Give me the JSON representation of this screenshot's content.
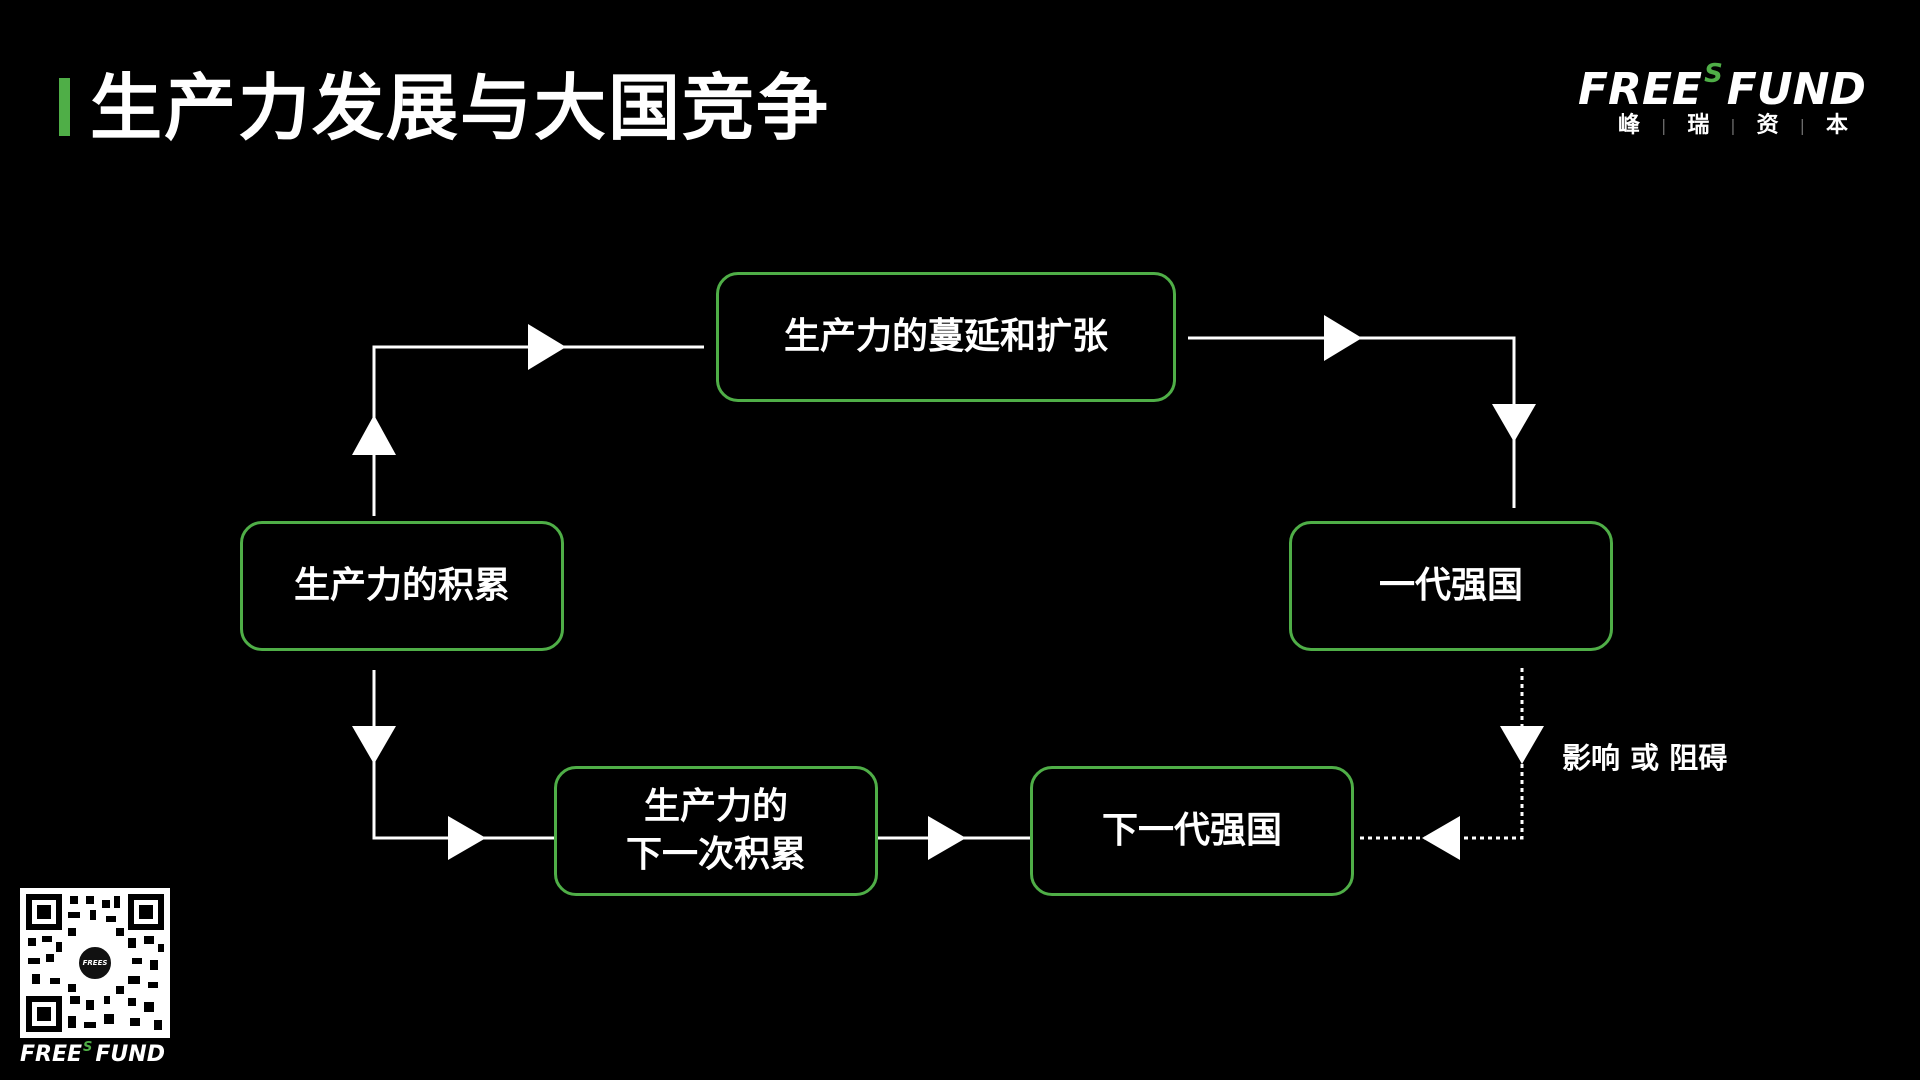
{
  "slide": {
    "title": "生产力发展与大国竞争"
  },
  "logo": {
    "word_left": "FREE",
    "word_super": "S",
    "word_right": "FUND",
    "sub": [
      "峰",
      "瑞",
      "资",
      "本"
    ]
  },
  "diagram": {
    "nodes": {
      "accumulation": "生产力的积累",
      "expansion": "生产力的蔓延和扩张",
      "power_one": "一代强国",
      "power_next": "下一代强国",
      "next_accumulation": "生产力的\n下一次积累"
    },
    "edge_label": "影响 或 阻碍"
  },
  "footer": {
    "qr_center": "FREES",
    "caption_left": "FREE",
    "caption_super": "S",
    "caption_right": "FUND"
  },
  "colors": {
    "accent_green": "#4fae47",
    "background": "#000000",
    "text": "#ffffff"
  }
}
